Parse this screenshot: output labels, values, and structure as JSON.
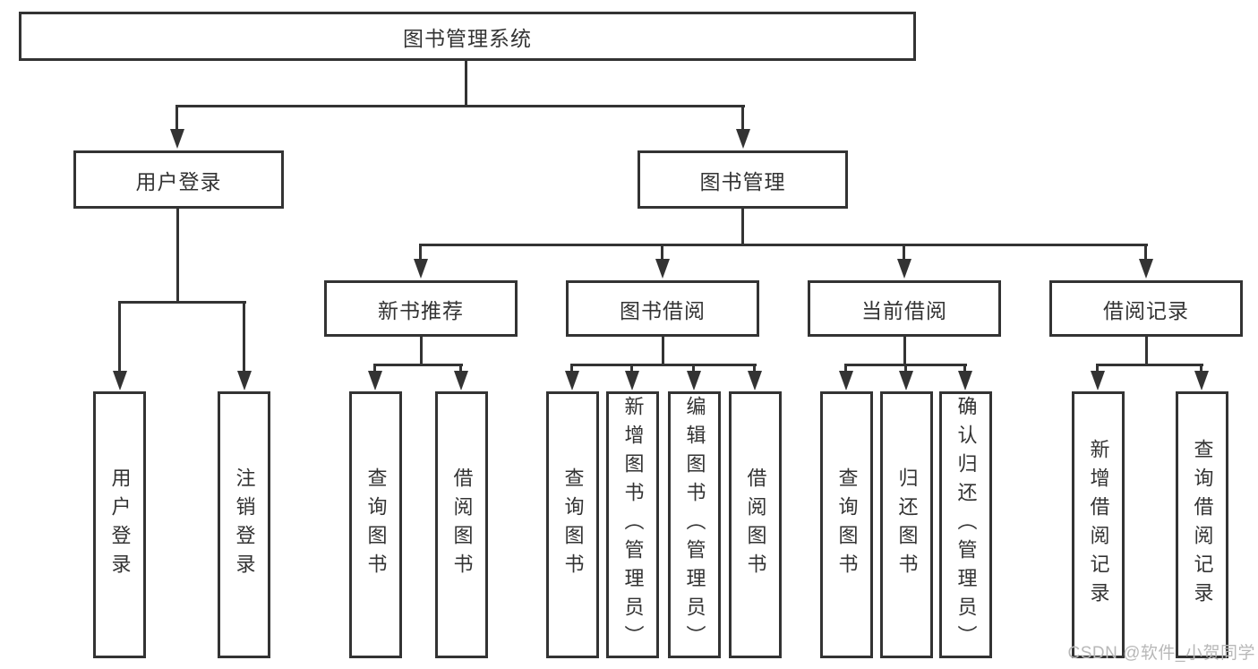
{
  "diagram": {
    "root": {
      "label": "图书管理系统",
      "children": [
        {
          "label": "用户登录",
          "children": [
            {
              "label": "用户登录"
            },
            {
              "label": "注销登录"
            }
          ]
        },
        {
          "label": "图书管理",
          "children": [
            {
              "label": "新书推荐",
              "children": [
                {
                  "label": "查询图书"
                },
                {
                  "label": "借阅图书"
                }
              ]
            },
            {
              "label": "图书借阅",
              "children": [
                {
                  "label": "查询图书"
                },
                {
                  "label": "新增图书（管理员）"
                },
                {
                  "label": "编辑图书（管理员）"
                },
                {
                  "label": "借阅图书"
                }
              ]
            },
            {
              "label": "当前借阅",
              "children": [
                {
                  "label": "查询图书"
                },
                {
                  "label": "归还图书"
                },
                {
                  "label": "确认归还（管理员）"
                }
              ]
            },
            {
              "label": "借阅记录",
              "children": [
                {
                  "label": "新增借阅记录"
                },
                {
                  "label": "查询借阅记录"
                }
              ]
            }
          ]
        }
      ]
    }
  },
  "watermark": {
    "text": "CSDN @软件_小贺同学"
  },
  "colors": {
    "line": "#333333",
    "text": "#333333",
    "background": "#ffffff",
    "watermark": "#b8b8b8"
  }
}
